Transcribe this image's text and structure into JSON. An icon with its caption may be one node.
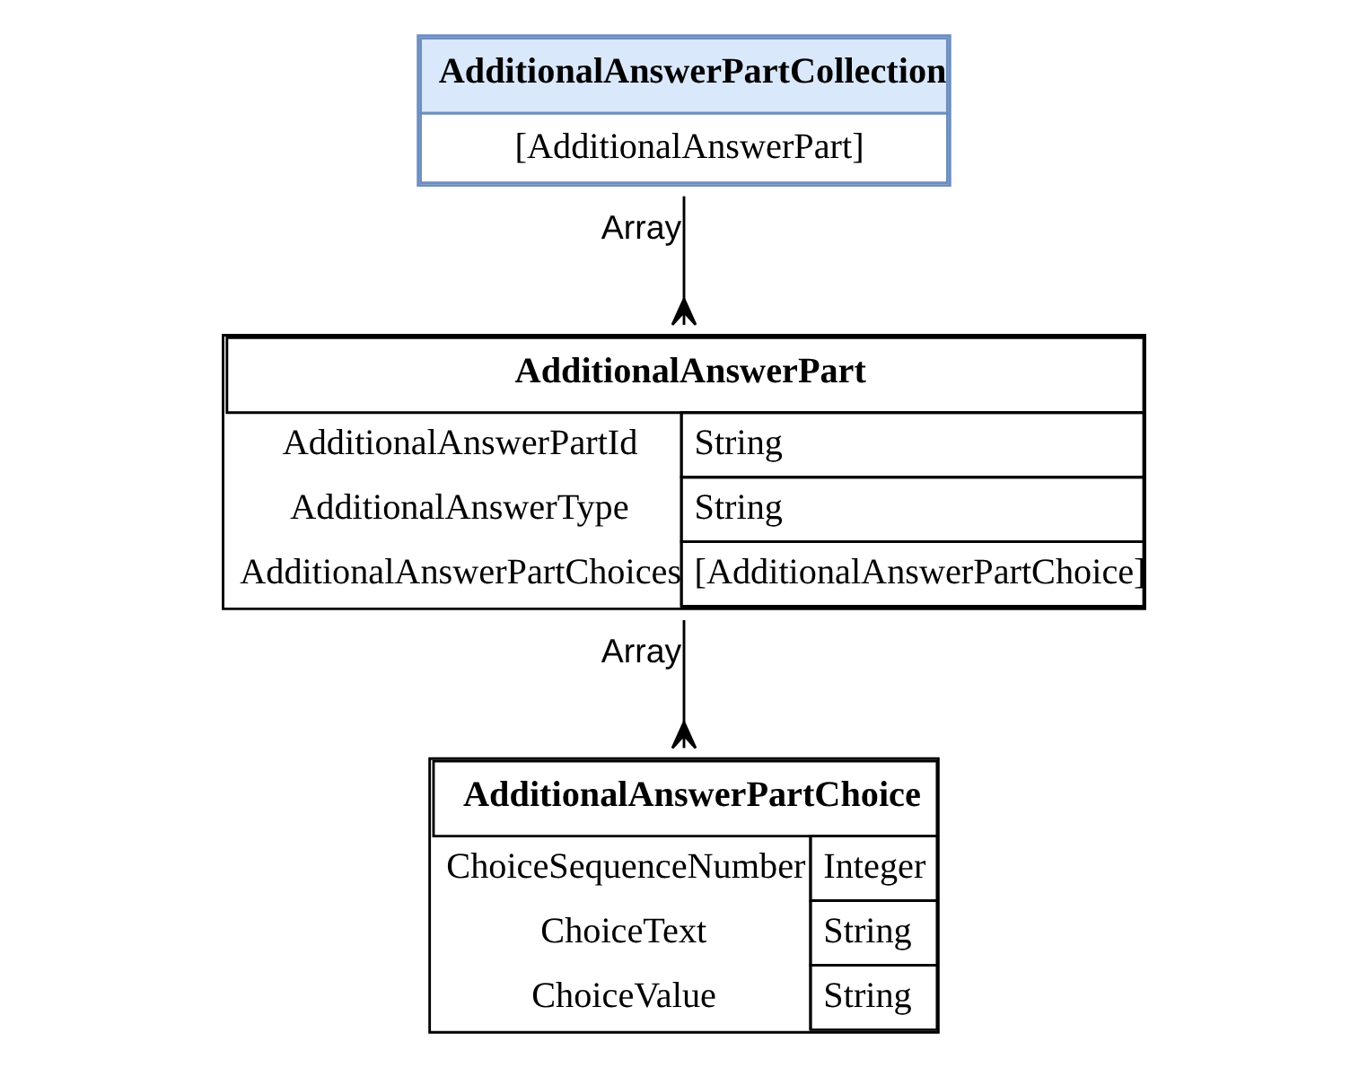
{
  "diagram": {
    "nodes": [
      {
        "text": [
          "AdditionalAnswerPartCollection",
          "[AdditionalAnswerPart]"
        ]
      },
      {
        "text": [
          "AdditionalAnswerPart",
          "AdditionalAnswerPartId",
          "String",
          "AdditionalAnswerType",
          "String",
          "AdditionalAnswerPartChoices",
          "[AdditionalAnswerPartChoice]"
        ]
      },
      {
        "text": [
          "AdditionalAnswerPartChoice",
          "ChoiceSequenceNumber",
          "Integer",
          "ChoiceText",
          "String",
          "ChoiceValue",
          "String"
        ]
      }
    ],
    "edges": [
      {
        "from": 0,
        "to": 1,
        "arrow": "other",
        "label": "Array"
      },
      {
        "from": 1,
        "to": 2,
        "arrow": "other",
        "label": "Array"
      }
    ]
  }
}
